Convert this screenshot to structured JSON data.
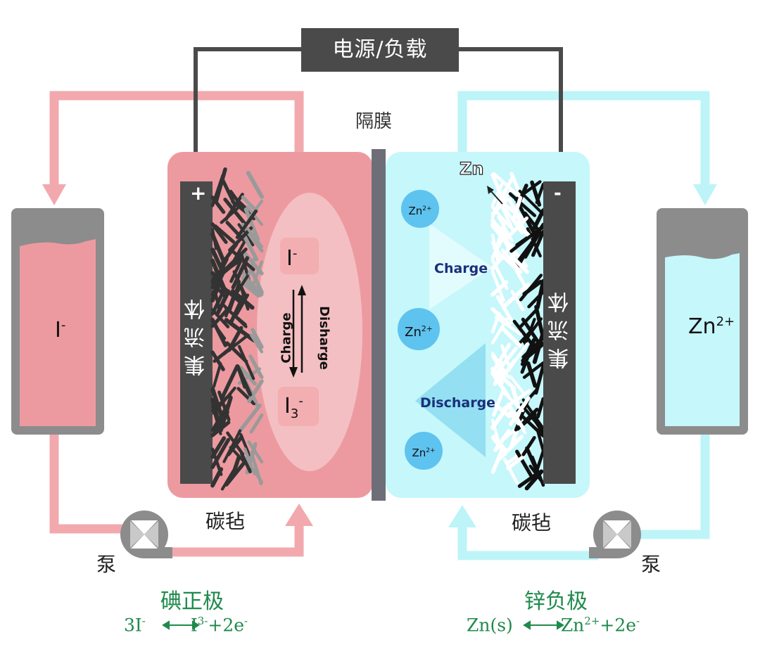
{
  "labels": {
    "power_load": "电源/负载",
    "separator": "隔膜",
    "zn_deposit": "Zn",
    "plus_sign": "+",
    "minus_sign": "-",
    "current_collector": "集流体",
    "tank_left": "I",
    "tank_left_sup": "-",
    "tank_right": "Zn",
    "tank_right_sup": "2+",
    "iodide": "I",
    "iodide_sup": "-",
    "triiodide": "I",
    "triiodide_sub": "3",
    "triiodide_sup": "-",
    "charge_vertical": "Charge",
    "discharge_vertical": "Disharge",
    "charge_right": "Charge",
    "discharge_right": "Discharge",
    "zn_ion": "Zn",
    "zn_ion_sup": "2+",
    "carbon_felt": "碳毡",
    "pump": "泵",
    "positive_title": "碘正极",
    "negative_title": "锌负极",
    "positive_eq_a": "3I",
    "positive_eq_a_sup": "-",
    "positive_eq_b": "I",
    "positive_eq_b_sup": "3-",
    "positive_eq_c": "+2e",
    "positive_eq_c_sup": "-",
    "negative_eq_a": "Zn(s)",
    "negative_eq_b": "Zn",
    "negative_eq_b_sup": "2+",
    "negative_eq_c": "+2e",
    "negative_eq_c_sup": "-"
  },
  "colors": {
    "positive_fill": "#ec9aa0",
    "positive_pipe": "#f2a9ad",
    "negative_fill": "#c5f7fb",
    "negative_pipe": "#bdf4f8",
    "dark": "#4a4a4a",
    "separator": "#6d6e78",
    "ion": "#5fc3ef",
    "green_text": "#1f8a4c",
    "navy_text": "#1a2f7a"
  }
}
